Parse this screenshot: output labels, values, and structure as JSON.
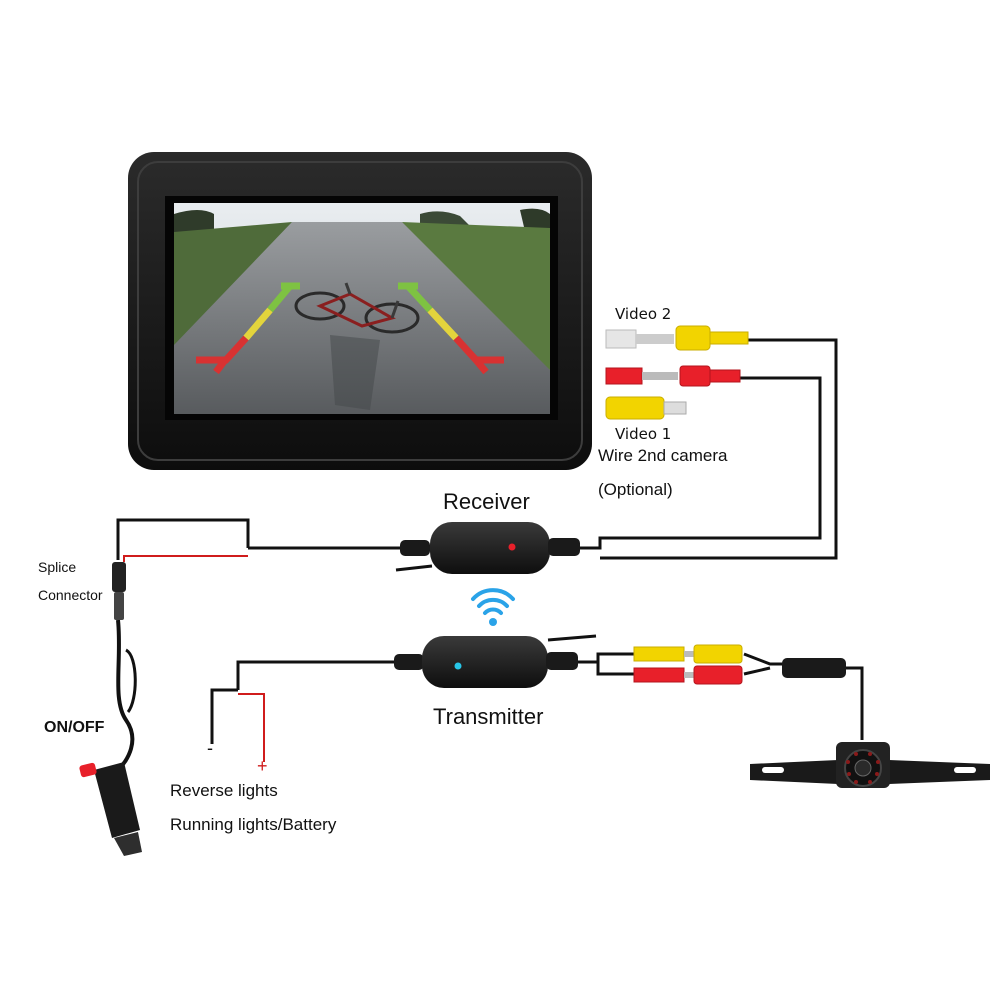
{
  "labels": {
    "video2": "Video 2",
    "video1": "Video 1",
    "wire_2nd_camera": "Wire 2nd camera",
    "optional": "(Optional)",
    "receiver": "Receiver",
    "transmitter": "Transmitter",
    "splice": "Splice",
    "connector": "Connector",
    "on_off": "ON/OFF",
    "minus": "-",
    "plus": "+",
    "reverse_lights": "Reverse lights",
    "running_lights_battery": "Running lights/Battery"
  },
  "icons": {
    "wireless": "wifi-icon",
    "monitor": "monitor-icon",
    "camera": "license-plate-camera-icon",
    "car_plug": "car-charger-plug-icon"
  },
  "colors": {
    "wire": "#111111",
    "positive_wire": "#d01c1c",
    "rca_yellow": "#f2d400",
    "rca_red": "#e8202a",
    "rca_white": "#e6e6e6",
    "wireless_icon": "#2aa3e8",
    "transmitter_led": "#27c6e8",
    "receiver_led": "#e8202a",
    "guide_green": "#7ec242",
    "guide_yellow": "#e3d43c",
    "guide_red": "#d83232"
  }
}
